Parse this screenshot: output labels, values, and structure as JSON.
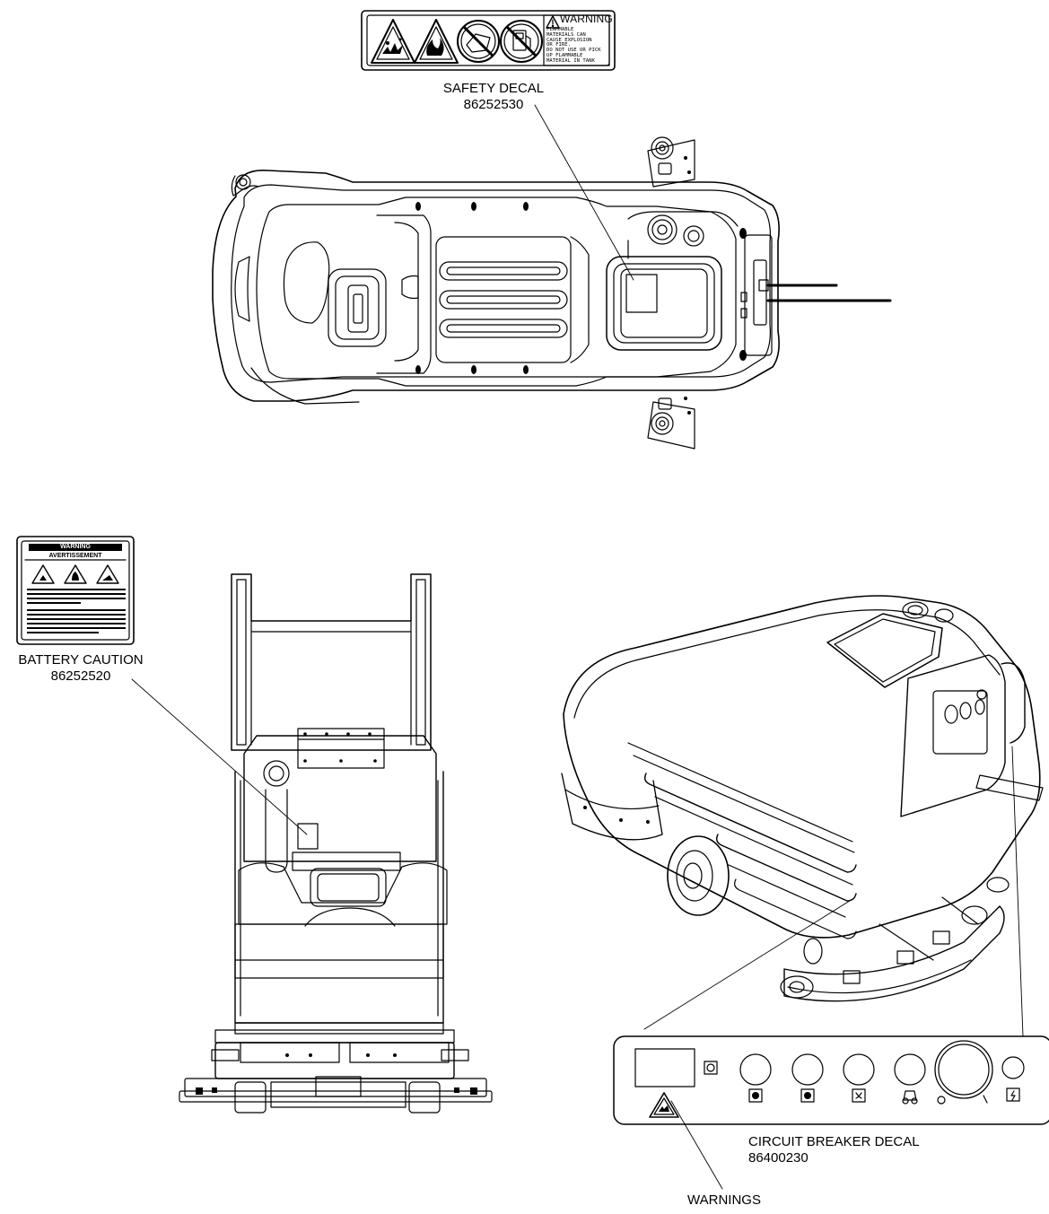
{
  "callouts": {
    "safety_decal": {
      "title": "SAFETY DECAL",
      "part": "86252530"
    },
    "battery_caution": {
      "title": "BATTERY CAUTION",
      "part": "86252520"
    },
    "circuit_breaker_decal": {
      "title": "CIRCUIT BREAKER DECAL",
      "part": "86400230"
    },
    "warnings": {
      "title": "WARNINGS"
    }
  },
  "safety_decal_label": {
    "heading": "WARNING",
    "lines": [
      "FLAMMABLE",
      "MATERIALS CAN",
      "CAUSE EXPLOSION",
      "OR FIRE.",
      "DO NOT USE OR PICK",
      "UP FLAMMABLE",
      "MATERIAL IN TANK"
    ]
  },
  "battery_caution_label": {
    "heading_en": "WARNING",
    "heading_fr": "AVERTISSEMENT"
  },
  "colors": {
    "line": "#000000",
    "background": "#ffffff",
    "decal_fill": "#ffffff"
  },
  "icons": [
    "explosion-icon",
    "fire-icon",
    "no-flammable-icon",
    "no-fuel-icon",
    "warning-triangle-icon",
    "circuit-breaker-icon"
  ]
}
